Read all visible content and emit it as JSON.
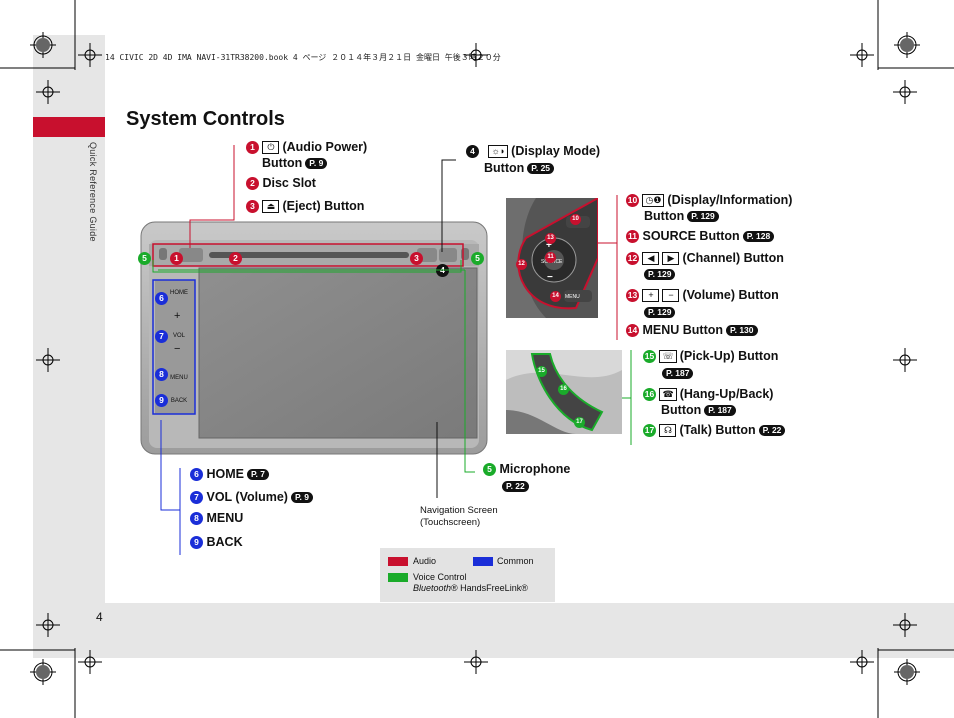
{
  "header_line": "14 CIVIC 2D 4D IMA NAVI-31TR38200.book  4 ページ  ２０１４年３月２１日  金曜日  午後３時２０分",
  "side_tab": "Quick Reference Guide",
  "page_number": "4",
  "title": "System Controls",
  "items": {
    "audio_power": {
      "num": "1",
      "icon": "⏻",
      "text": "(Audio Power)",
      "text2": "Button",
      "ref": "P. 9"
    },
    "disc_slot": {
      "num": "2",
      "text": "Disc Slot"
    },
    "eject": {
      "num": "3",
      "icon": "⏏",
      "text": "(Eject) Button"
    },
    "display_mode": {
      "num": "4",
      "icon": "☼◗",
      "text": "(Display Mode)",
      "text2": "Button",
      "ref": "P. 25"
    },
    "microphone": {
      "num": "5",
      "text": "Microphone",
      "ref": "P. 22"
    },
    "home": {
      "num": "6",
      "text": "HOME",
      "ref": "P. 7"
    },
    "vol": {
      "num": "7",
      "text": "VOL (Volume)",
      "ref": "P. 9"
    },
    "menu": {
      "num": "8",
      "text": "MENU"
    },
    "back": {
      "num": "9",
      "text": "BACK"
    },
    "display_info": {
      "num": "10",
      "icon": "◷❶",
      "text": "(Display/Information)",
      "text2": "Button",
      "ref": "P. 129"
    },
    "source": {
      "num": "11",
      "text": "SOURCE Button",
      "ref": "P. 128"
    },
    "channel": {
      "num": "12",
      "icon_a": "◀",
      "icon_b": "▶",
      "text": "(Channel) Button",
      "ref": "P. 129"
    },
    "volume_btn": {
      "num": "13",
      "icon_a": "+",
      "icon_b": "−",
      "text": "(Volume) Button",
      "ref": "P. 129"
    },
    "menu_btn": {
      "num": "14",
      "text": "MENU Button",
      "ref": "P. 130"
    },
    "pickup": {
      "num": "15",
      "icon": "☏",
      "text": "(Pick-Up) Button",
      "ref": "P. 187"
    },
    "hangup": {
      "num": "16",
      "icon": "☎",
      "text": "(Hang-Up/Back)",
      "text2": "Button",
      "ref": "P. 187"
    },
    "talk": {
      "num": "17",
      "icon": "☊",
      "text": "(Talk) Button",
      "ref": "P. 22"
    }
  },
  "nav_screen": {
    "line1": "Navigation Screen",
    "line2": "(Touchscreen)"
  },
  "unit_labels": {
    "home": "HOME",
    "vol": "VOL",
    "menu": "MENU",
    "back": "BACK",
    "plus": "+",
    "minus": "−"
  },
  "wheel_labels": {
    "source": "SOURCE",
    "menu": "MENU",
    "plus": "+",
    "minus": "−"
  },
  "legend": {
    "audio": "Audio",
    "common": "Common",
    "voice": "Voice Control",
    "bt_italic": "Bluetooth",
    "bt_rest": "® HandsFreeLink®"
  },
  "colors": {
    "audio": "#c8102e",
    "common": "#1a2ed8",
    "voice": "#1aab2a"
  }
}
